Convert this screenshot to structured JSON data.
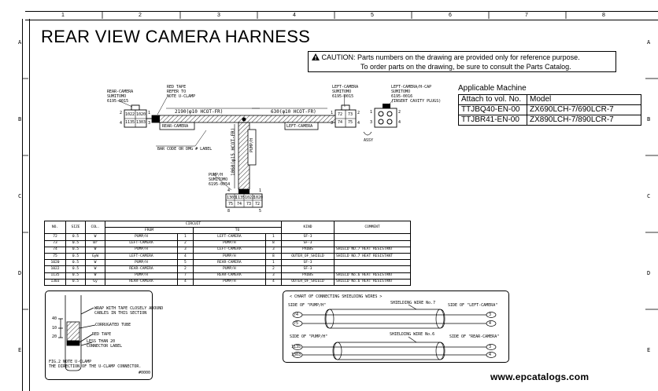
{
  "title": "REAR VIEW CAMERA HARNESS",
  "caution": {
    "line1": "CAUTION: Parts numbers on the drawing are provided only for reference purpose.",
    "line2": "To order parts on the drawing, be sure to consult the Parts Catalog."
  },
  "grid": {
    "columns": [
      "1",
      "2",
      "3",
      "4",
      "5",
      "6",
      "7",
      "8"
    ],
    "rows": [
      "A",
      "B",
      "C",
      "D",
      "E"
    ]
  },
  "applicable": {
    "title": "Applicable Machine",
    "headers": [
      "Attach to vol. No.",
      "Model"
    ],
    "rows": [
      [
        "TTJBQ40-EN-00",
        "ZX690LCH-7/690LCR-7"
      ],
      [
        "TTJBR41-EN-00",
        "ZX890LCH-7/890LCR-7"
      ]
    ]
  },
  "diagram": {
    "rear_camera_label": [
      "REAR-CAMERA",
      "SUMITOMO",
      "6195-0015"
    ],
    "red_tape_label": [
      "RED TAPE",
      "REFER TO",
      "NOTE U-CLAMP"
    ],
    "rear_camera_tag": "REAR-CAMERA",
    "left_camera_tag": "LEFT-CAMERA",
    "pump_tag": "PUMP/H",
    "dim_left": "2190(φ10 HCOT-FR)",
    "dim_right": "630(φ10 HCOT-FR)",
    "dim_vert": "1060(φ15 HCOT-FR)",
    "barcode_label": "BAR CODE OR DMG # LABEL",
    "left_camera_label": [
      "LEFT-CAMERA",
      "SUMITOMO",
      "6195-0015"
    ],
    "left_cap_label": [
      "LEFT-CAMERA/H-CAP",
      "SUMITOMO",
      "6195-0016",
      "(INSERT CAVITY PLUGS)"
    ],
    "assy": "ASSY",
    "pump_label": [
      "PUMP/H",
      "SUMITOMO",
      "6195-0054"
    ],
    "rear_pins_top": [
      "1022",
      "1020"
    ],
    "rear_pins_bot": [
      "1135",
      "1303"
    ],
    "left_pins_top": [
      "72",
      "73"
    ],
    "left_pins_bot": [
      "74",
      "75"
    ],
    "pump_pins_top": [
      "1303",
      "1135",
      "1022",
      "1020"
    ],
    "pump_pins_bot": [
      "75",
      "74",
      "73",
      "72"
    ],
    "pin_nums": {
      "one": "1",
      "two": "2",
      "three": "3",
      "four": "4",
      "five": "5",
      "eight": "8"
    }
  },
  "circuit_table": {
    "headers": {
      "no": "NO.",
      "size": "SIZE",
      "col": "COL.",
      "circuit": "CIRCUIT",
      "from": "FROM",
      "to": "TO",
      "kind": "KIND",
      "comment": "COMMENT"
    },
    "rows": [
      [
        "72",
        "0.5",
        "W",
        "PUMP/H",
        "1",
        "LEFT-CAMERA",
        "1",
        "SF-3",
        ""
      ],
      [
        "73",
        "0.5",
        "Br",
        "LEFT-CAMERA",
        "2",
        "PUMP/H",
        "8",
        "SF-3",
        ""
      ],
      [
        "74",
        "0.5",
        "W",
        "PUMP/H",
        "3",
        "LEFT-CAMERA",
        "3",
        "PXOBS",
        "SHIELD NO.7 HEAT RESISTANT"
      ],
      [
        "75",
        "0.5",
        "GyW",
        "LEFT-CAMERA",
        "4",
        "PUMP/H",
        "8",
        "OUTER_OF_SHIELD",
        "SHIELD NO.7 HEAT RESISTANT"
      ],
      [
        "1020",
        "0.5",
        "W",
        "PUMP/H",
        "5",
        "REAR-CAMERA",
        "1",
        "SF-3",
        ""
      ],
      [
        "1022",
        "0.5",
        "W",
        "REAR-CAMERA",
        "2",
        "PUMP/H",
        "2",
        "SF-3",
        ""
      ],
      [
        "1135",
        "0.5",
        "W",
        "PUMP/H",
        "7",
        "REAR-CAMERA",
        "3",
        "PXOBS",
        "SHIELD No.6 HEAT RESISTANT"
      ],
      [
        "1303",
        "0.5",
        "Gy",
        "REAR-CAMERA",
        "4",
        "PUMP/H",
        "4",
        "OUTER_OF_SHIELD",
        "SHIELD No.6 HEAT RESISTANT"
      ]
    ]
  },
  "uclamp_note": {
    "callout1": [
      "WRAP WITH TAPE CLOSELY AROUND",
      "CABLES IN THIS SECTION"
    ],
    "corrugated": "CORRUGATED TUBE",
    "red_tape": "RED TAPE",
    "less_than": "LESS THAN 20",
    "connector": "CONNECTOR LABEL",
    "dims": [
      "40",
      "10",
      "20"
    ],
    "fig": "FIG.2 NOTE U-CLAMP",
    "desc": "THE DIRECTION OF THE U-CLAMP CONNECTOR.",
    "ref": "#0000"
  },
  "shield_chart": {
    "title": "< CHART OF CONNECTING SHIELDING WIRES >",
    "side_pump_1": "SIDE OF \"PUMP/H\"",
    "side_left": "SIDE OF \"LEFT-CAMERA\"",
    "wire7": "SHIELDING WIRE No.7",
    "side_pump_2": "SIDE OF \"PUMP/H\"",
    "side_rear": "SIDE OF \"REAR-CAMERA\"",
    "wire6": "SHIELDING WIRE No.6",
    "pins_a": [
      "74",
      "75",
      "3",
      "4"
    ],
    "pins_b": [
      "1135",
      "1303",
      "3",
      "4"
    ]
  },
  "watermark": "www.epcatalogs.com"
}
